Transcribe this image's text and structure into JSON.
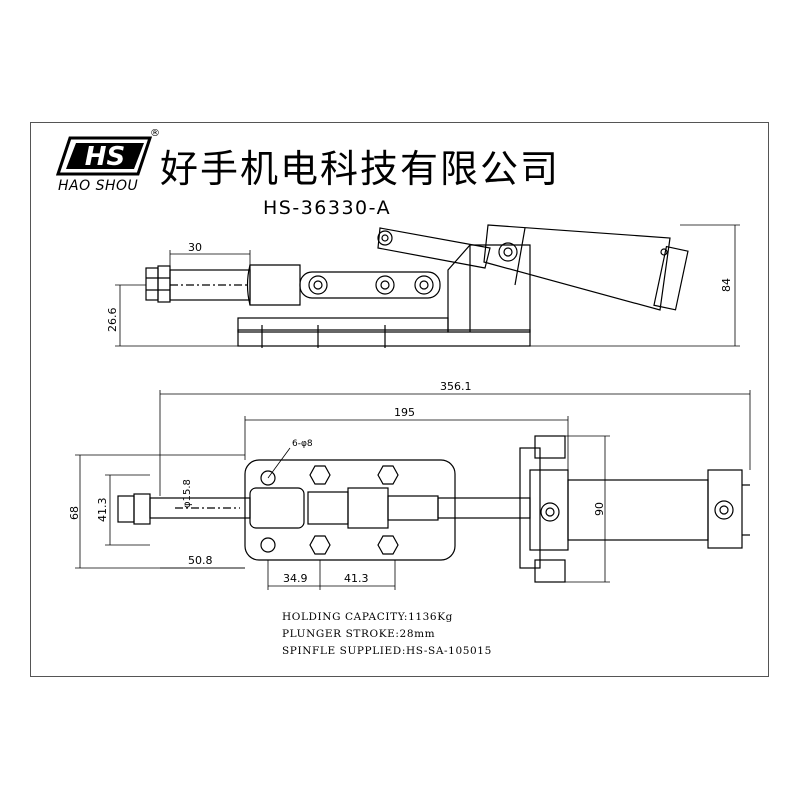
{
  "header": {
    "logo_mark": "HS",
    "logo_registered": "®",
    "brand_sub": "HAO SHOU",
    "company_name": "好手机电科技有限公司",
    "model_number": "HS-36330-A"
  },
  "side_view": {
    "dimensions": [
      "30",
      "26.6",
      "84"
    ]
  },
  "top_view": {
    "dimensions": [
      "356.1",
      "195",
      "6-φ8",
      "φ15.8",
      "68",
      "41.3",
      "50.8",
      "34.9",
      "41.3",
      "90"
    ]
  },
  "specs": [
    "HOLDING CAPACITY:1136Kg",
    "PLUNGER STROKE:28mm",
    "SPINFLE SUPPLIED:HS-SA-105015"
  ],
  "colors": {
    "line": "#000000",
    "frame": "#555555",
    "watermark": "#9ab8d6"
  }
}
